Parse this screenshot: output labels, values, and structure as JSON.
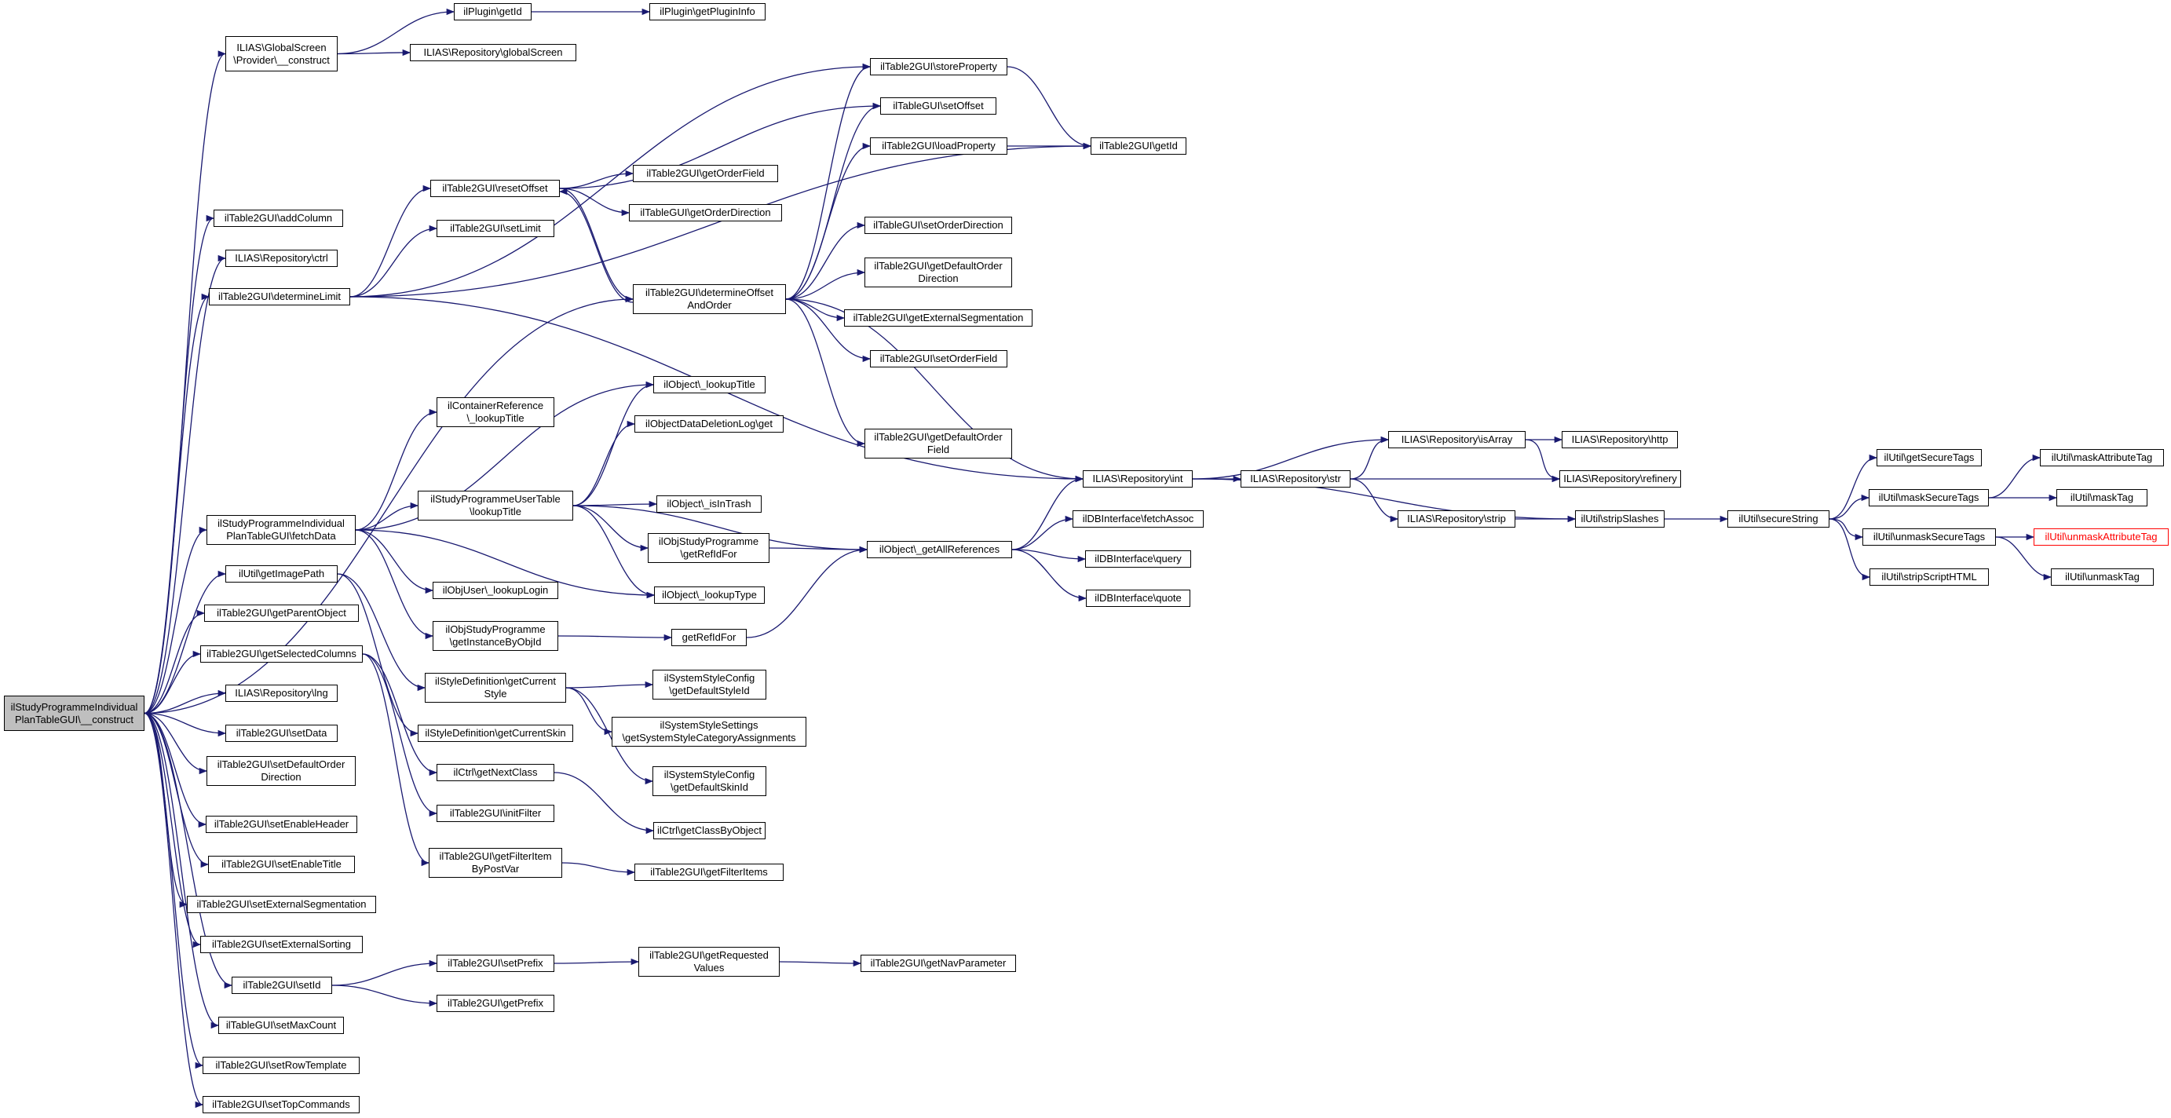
{
  "colors": {
    "edge": "#191970",
    "node_border": "#000000",
    "root_fill": "#bfbfbf",
    "undocumented_border": "#ff0000"
  },
  "nodes": [
    {
      "id": "root",
      "label": "ilStudyProgrammeIndividual\nPlanTableGUI\\__construct",
      "root": true
    },
    {
      "id": "n1",
      "label": "ILIAS\\GlobalScreen\n\\Provider\\__construct"
    },
    {
      "id": "n2",
      "label": "ilPlugin\\getId"
    },
    {
      "id": "n3",
      "label": "ilPlugin\\getPluginInfo"
    },
    {
      "id": "n4",
      "label": "ILIAS\\Repository\\globalScreen"
    },
    {
      "id": "n5",
      "label": "ilTable2GUI\\addColumn"
    },
    {
      "id": "n6",
      "label": "ILIAS\\Repository\\ctrl"
    },
    {
      "id": "n7",
      "label": "ilTable2GUI\\determineLimit"
    },
    {
      "id": "n8",
      "label": "ilTable2GUI\\storeProperty"
    },
    {
      "id": "n9",
      "label": "ilTableGUI\\setOffset"
    },
    {
      "id": "n10",
      "label": "ilTable2GUI\\loadProperty"
    },
    {
      "id": "n11",
      "label": "ilTable2GUI\\getId"
    },
    {
      "id": "n12",
      "label": "ilTable2GUI\\resetOffset"
    },
    {
      "id": "n13",
      "label": "ilTable2GUI\\getOrderField"
    },
    {
      "id": "n14",
      "label": "ilTableGUI\\getOrderDirection"
    },
    {
      "id": "n15",
      "label": "ilTable2GUI\\setLimit"
    },
    {
      "id": "n16",
      "label": "ilTable2GUI\\determineOffset\nAndOrder"
    },
    {
      "id": "n17",
      "label": "ilTableGUI\\setOrderDirection"
    },
    {
      "id": "n18",
      "label": "ilTable2GUI\\getDefaultOrder\nDirection"
    },
    {
      "id": "n19",
      "label": "ilTable2GUI\\getExternalSegmentation"
    },
    {
      "id": "n20",
      "label": "ilTable2GUI\\setOrderField"
    },
    {
      "id": "n21",
      "label": "ilTable2GUI\\getDefaultOrder\nField"
    },
    {
      "id": "n22",
      "label": "ilContainerReference\n\\_lookupTitle"
    },
    {
      "id": "n23",
      "label": "ilObject\\_lookupTitle"
    },
    {
      "id": "n24",
      "label": "ilObjectDataDeletionLog\\get"
    },
    {
      "id": "n25",
      "label": "ilStudyProgrammeUserTable\n\\lookupTitle"
    },
    {
      "id": "n26",
      "label": "ilObject\\_isInTrash"
    },
    {
      "id": "n27",
      "label": "ilObjStudyProgramme\n\\getRefIdFor"
    },
    {
      "id": "n28",
      "label": "ilObject\\_getAllReferences"
    },
    {
      "id": "n29",
      "label": "ilObject\\_lookupType"
    },
    {
      "id": "n30",
      "label": "ilStudyProgrammeIndividual\nPlanTableGUI\\fetchData"
    },
    {
      "id": "n31",
      "label": "ilUtil\\getImagePath"
    },
    {
      "id": "n32",
      "label": "ilObjUser\\_lookupLogin"
    },
    {
      "id": "n33",
      "label": "ilObjStudyProgramme\n\\getInstanceByObjId"
    },
    {
      "id": "n34",
      "label": "getRefIdFor"
    },
    {
      "id": "n35",
      "label": "ilTable2GUI\\getParentObject"
    },
    {
      "id": "n36",
      "label": "ilTable2GUI\\getSelectedColumns"
    },
    {
      "id": "n37",
      "label": "ilStyleDefinition\\getCurrent\nStyle"
    },
    {
      "id": "n38",
      "label": "ilSystemStyleConfig\n\\getDefaultStyleId"
    },
    {
      "id": "n39",
      "label": "ilSystemStyleSettings\n\\getSystemStyleCategoryAssignments"
    },
    {
      "id": "n40",
      "label": "ilStyleDefinition\\getCurrentSkin"
    },
    {
      "id": "n41",
      "label": "ilSystemStyleConfig\n\\getDefaultSkinId"
    },
    {
      "id": "n42",
      "label": "ilCtrl\\getNextClass"
    },
    {
      "id": "n43",
      "label": "ilCtrl\\getClassByObject"
    },
    {
      "id": "n44",
      "label": "ilTable2GUI\\initFilter"
    },
    {
      "id": "n45",
      "label": "ilTable2GUI\\getFilterItem\nByPostVar"
    },
    {
      "id": "n46",
      "label": "ilTable2GUI\\getFilterItems"
    },
    {
      "id": "n47",
      "label": "ILIAS\\Repository\\lng"
    },
    {
      "id": "n48",
      "label": "ilTable2GUI\\setData"
    },
    {
      "id": "n49",
      "label": "ilTable2GUI\\setDefaultOrder\nDirection"
    },
    {
      "id": "n50",
      "label": "ilTable2GUI\\setEnableHeader"
    },
    {
      "id": "n51",
      "label": "ilTable2GUI\\setEnableTitle"
    },
    {
      "id": "n52",
      "label": "ilTable2GUI\\setExternalSegmentation"
    },
    {
      "id": "n53",
      "label": "ilTable2GUI\\setExternalSorting"
    },
    {
      "id": "n54",
      "label": "ilTable2GUI\\setId"
    },
    {
      "id": "n55",
      "label": "ilTable2GUI\\setPrefix"
    },
    {
      "id": "n56",
      "label": "ilTable2GUI\\getRequested\nValues"
    },
    {
      "id": "n57",
      "label": "ilTable2GUI\\getNavParameter"
    },
    {
      "id": "n58",
      "label": "ilTable2GUI\\getPrefix"
    },
    {
      "id": "n59",
      "label": "ilTableGUI\\setMaxCount"
    },
    {
      "id": "n60",
      "label": "ilTable2GUI\\setRowTemplate"
    },
    {
      "id": "n61",
      "label": "ilTable2GUI\\setTopCommands"
    },
    {
      "id": "n62",
      "label": "ILIAS\\Repository\\int"
    },
    {
      "id": "n63",
      "label": "ILIAS\\Repository\\str"
    },
    {
      "id": "n64",
      "label": "ILIAS\\Repository\\isArray"
    },
    {
      "id": "n65",
      "label": "ILIAS\\Repository\\http"
    },
    {
      "id": "n66",
      "label": "ILIAS\\Repository\\refinery"
    },
    {
      "id": "n67",
      "label": "ILIAS\\Repository\\strip"
    },
    {
      "id": "n68",
      "label": "ilUtil\\stripSlashes"
    },
    {
      "id": "n69",
      "label": "ilUtil\\secureString"
    },
    {
      "id": "n70",
      "label": "ilDBInterface\\fetchAssoc"
    },
    {
      "id": "n71",
      "label": "ilDBInterface\\query"
    },
    {
      "id": "n72",
      "label": "ilDBInterface\\quote"
    },
    {
      "id": "n73",
      "label": "ilUtil\\getSecureTags"
    },
    {
      "id": "n74",
      "label": "ilUtil\\maskSecureTags"
    },
    {
      "id": "n75",
      "label": "ilUtil\\unmaskSecureTags"
    },
    {
      "id": "n76",
      "label": "ilUtil\\stripScriptHTML"
    },
    {
      "id": "n77",
      "label": "ilUtil\\maskAttributeTag"
    },
    {
      "id": "n78",
      "label": "ilUtil\\maskTag"
    },
    {
      "id": "n79",
      "label": "ilUtil\\unmaskAttributeTag",
      "red": true
    },
    {
      "id": "n80",
      "label": "ilUtil\\unmaskTag"
    }
  ],
  "edges": [
    [
      "root",
      "n1"
    ],
    [
      "root",
      "n5"
    ],
    [
      "root",
      "n6"
    ],
    [
      "root",
      "n7"
    ],
    [
      "root",
      "n16"
    ],
    [
      "root",
      "n30"
    ],
    [
      "root",
      "n31"
    ],
    [
      "root",
      "n35"
    ],
    [
      "root",
      "n36"
    ],
    [
      "root",
      "n47"
    ],
    [
      "root",
      "n48"
    ],
    [
      "root",
      "n49"
    ],
    [
      "root",
      "n50"
    ],
    [
      "root",
      "n51"
    ],
    [
      "root",
      "n52"
    ],
    [
      "root",
      "n53"
    ],
    [
      "root",
      "n54"
    ],
    [
      "root",
      "n59"
    ],
    [
      "root",
      "n60"
    ],
    [
      "root",
      "n61"
    ],
    [
      "n1",
      "n2"
    ],
    [
      "n1",
      "n4"
    ],
    [
      "n2",
      "n3"
    ],
    [
      "n7",
      "n8"
    ],
    [
      "n7",
      "n12"
    ],
    [
      "n7",
      "n15"
    ],
    [
      "n7",
      "n11"
    ],
    [
      "n7",
      "n62"
    ],
    [
      "n8",
      "n11"
    ],
    [
      "n10",
      "n11"
    ],
    [
      "n12",
      "n9"
    ],
    [
      "n12",
      "n13"
    ],
    [
      "n12",
      "n14"
    ],
    [
      "n12",
      "n16"
    ],
    [
      "n16",
      "n12"
    ],
    [
      "n16",
      "n8"
    ],
    [
      "n16",
      "n9"
    ],
    [
      "n16",
      "n10"
    ],
    [
      "n16",
      "n17"
    ],
    [
      "n16",
      "n18"
    ],
    [
      "n16",
      "n19"
    ],
    [
      "n16",
      "n20"
    ],
    [
      "n16",
      "n21"
    ],
    [
      "n16",
      "n62"
    ],
    [
      "n30",
      "n22"
    ],
    [
      "n30",
      "n23"
    ],
    [
      "n30",
      "n25"
    ],
    [
      "n30",
      "n32"
    ],
    [
      "n30",
      "n33"
    ],
    [
      "n30",
      "n29"
    ],
    [
      "n25",
      "n23"
    ],
    [
      "n25",
      "n24"
    ],
    [
      "n25",
      "n26"
    ],
    [
      "n25",
      "n27"
    ],
    [
      "n25",
      "n29"
    ],
    [
      "n25",
      "n28"
    ],
    [
      "n27",
      "n28"
    ],
    [
      "n33",
      "n34"
    ],
    [
      "n34",
      "n28"
    ],
    [
      "n28",
      "n62"
    ],
    [
      "n28",
      "n70"
    ],
    [
      "n28",
      "n71"
    ],
    [
      "n28",
      "n72"
    ],
    [
      "n31",
      "n37"
    ],
    [
      "n31",
      "n40"
    ],
    [
      "n36",
      "n42"
    ],
    [
      "n36",
      "n44"
    ],
    [
      "n36",
      "n45"
    ],
    [
      "n37",
      "n38"
    ],
    [
      "n37",
      "n39"
    ],
    [
      "n37",
      "n41"
    ],
    [
      "n42",
      "n43"
    ],
    [
      "n45",
      "n46"
    ],
    [
      "n54",
      "n55"
    ],
    [
      "n54",
      "n58"
    ],
    [
      "n55",
      "n56"
    ],
    [
      "n56",
      "n57"
    ],
    [
      "n62",
      "n63"
    ],
    [
      "n62",
      "n64"
    ],
    [
      "n62",
      "n68"
    ],
    [
      "n63",
      "n64"
    ],
    [
      "n63",
      "n66"
    ],
    [
      "n63",
      "n67"
    ],
    [
      "n64",
      "n65"
    ],
    [
      "n64",
      "n66"
    ],
    [
      "n67",
      "n68"
    ],
    [
      "n68",
      "n69"
    ],
    [
      "n69",
      "n73"
    ],
    [
      "n69",
      "n74"
    ],
    [
      "n69",
      "n75"
    ],
    [
      "n69",
      "n76"
    ],
    [
      "n74",
      "n77"
    ],
    [
      "n74",
      "n78"
    ],
    [
      "n75",
      "n79"
    ],
    [
      "n75",
      "n80"
    ]
  ]
}
